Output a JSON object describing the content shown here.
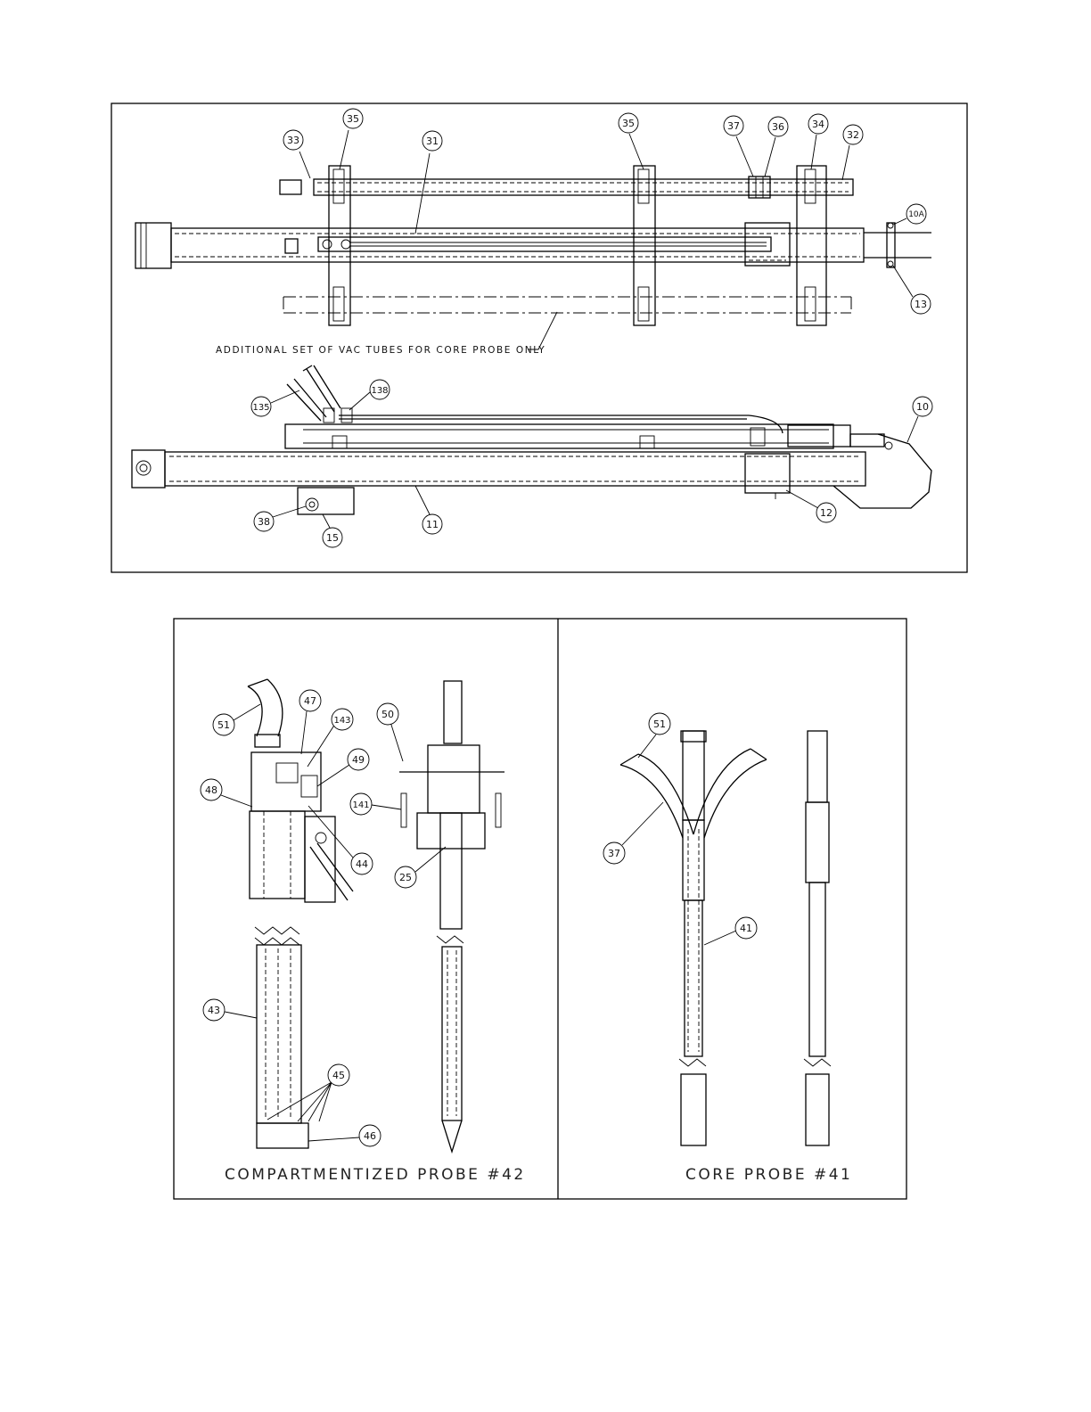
{
  "balloons_top": [
    "33",
    "35",
    "31",
    "35",
    "37",
    "36",
    "34",
    "32",
    "10A",
    "13"
  ],
  "balloons_mid": [
    "135",
    "138",
    "10",
    "38",
    "15",
    "11",
    "12"
  ],
  "balloons_comp": [
    "51",
    "47",
    "143",
    "50",
    "49",
    "48",
    "141",
    "44",
    "25",
    "43",
    "45",
    "46"
  ],
  "balloons_core": [
    "51",
    "37",
    "41"
  ],
  "note_vac": "ADDITIONAL SET OF VAC TUBES FOR CORE PROBE ONLY",
  "caption_comp": "COMPARTMENTIZED PROBE #42",
  "caption_core": "CORE PROBE #41"
}
